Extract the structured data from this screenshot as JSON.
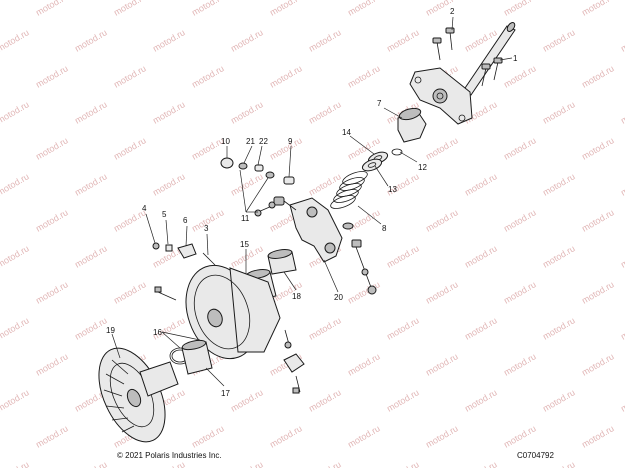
{
  "watermark": {
    "text": "motod.ru",
    "color": "#e2b8b8"
  },
  "callouts": [
    {
      "id": "c1",
      "text": "1"
    },
    {
      "id": "c2",
      "text": "2"
    },
    {
      "id": "c3",
      "text": "3"
    },
    {
      "id": "c4",
      "text": "4"
    },
    {
      "id": "c5",
      "text": "5"
    },
    {
      "id": "c6",
      "text": "6"
    },
    {
      "id": "c7",
      "text": "7"
    },
    {
      "id": "c8",
      "text": "8"
    },
    {
      "id": "c9",
      "text": "9"
    },
    {
      "id": "c10",
      "text": "10"
    },
    {
      "id": "c11",
      "text": "11"
    },
    {
      "id": "c12",
      "text": "12"
    },
    {
      "id": "c13",
      "text": "13"
    },
    {
      "id": "c14",
      "text": "14"
    },
    {
      "id": "c15",
      "text": "15"
    },
    {
      "id": "c16",
      "text": "16"
    },
    {
      "id": "c17",
      "text": "17"
    },
    {
      "id": "c18",
      "text": "18"
    },
    {
      "id": "c19",
      "text": "19"
    },
    {
      "id": "c20",
      "text": "20"
    },
    {
      "id": "c21",
      "text": "21"
    },
    {
      "id": "c22",
      "text": "22"
    }
  ],
  "footer": {
    "copyright": "© 2021 Polaris Industries Inc.",
    "code": "C0704792"
  }
}
